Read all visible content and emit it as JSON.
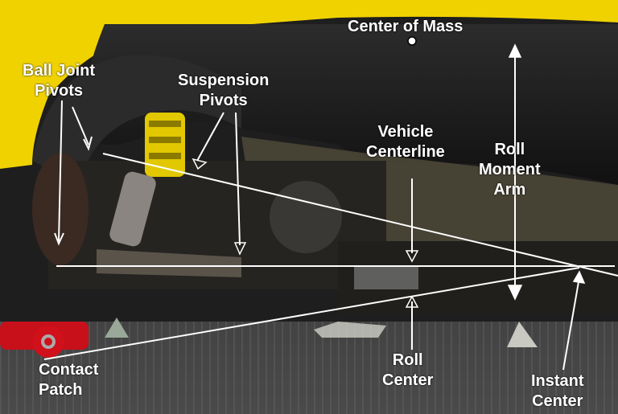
{
  "labels": {
    "center_of_mass": "Center of Mass",
    "ball_joint_1": "Ball Joint",
    "ball_joint_2": "Pivots",
    "suspension_1": "Suspension",
    "suspension_2": "Pivots",
    "vehicle_cl_1": "Vehicle",
    "vehicle_cl_2": "Centerline",
    "roll_moment_1": "Roll",
    "roll_moment_2": "Moment",
    "roll_moment_3": "Arm",
    "contact_1": "Contact",
    "contact_2": "Patch",
    "roll_center_1": "Roll",
    "roll_center_2": "Center",
    "instant_1": "Instant",
    "instant_2": "Center"
  },
  "colors": {
    "body_yellow": "#f2d400",
    "underbody": "#1c1c1c",
    "annotation": "#ffffff",
    "jack_red": "#d0101a"
  }
}
